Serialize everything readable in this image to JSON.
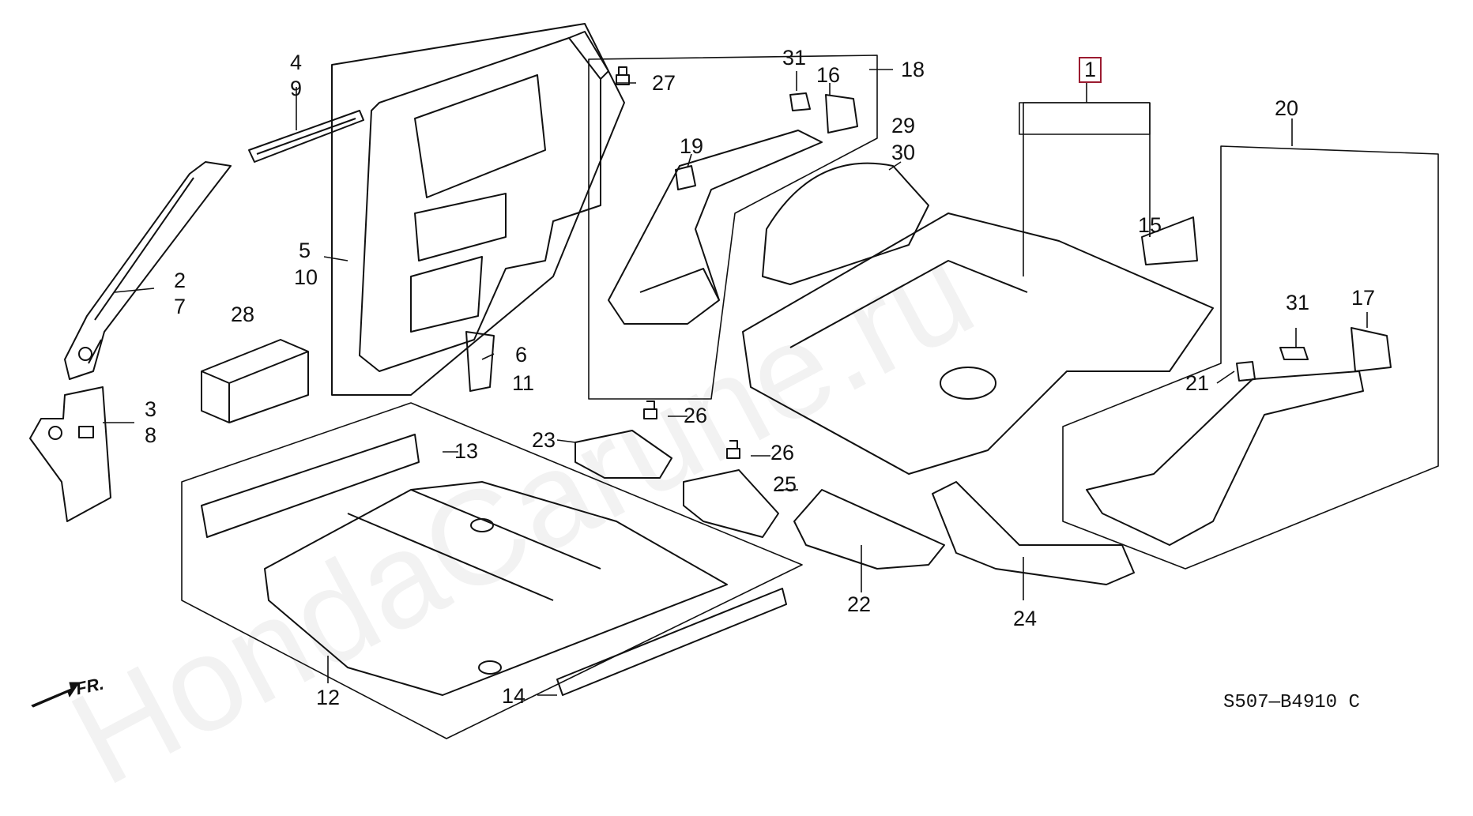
{
  "watermark": "HondaCarune.ru",
  "diagram_code": "S507—B4910",
  "diagram_code_suffix": "C",
  "fr_label": "FR.",
  "callouts": {
    "c1": "1",
    "c2": "2",
    "c7": "7",
    "c3": "3",
    "c8": "8",
    "c4": "4",
    "c9": "9",
    "c5": "5",
    "c10": "10",
    "c6": "6",
    "c11": "11",
    "c12": "12",
    "c13": "13",
    "c14": "14",
    "c15": "15",
    "c16": "16",
    "c17": "17",
    "c18": "18",
    "c19": "19",
    "c20": "20",
    "c21": "21",
    "c22": "22",
    "c23": "23",
    "c24": "24",
    "c25": "25",
    "c26a": "26",
    "c26b": "26",
    "c27": "27",
    "c28": "28",
    "c29": "29",
    "c30": "30",
    "c31a": "31",
    "c31b": "31"
  },
  "colors": {
    "ink": "#111111",
    "highlight_box": "#9b1b30"
  }
}
